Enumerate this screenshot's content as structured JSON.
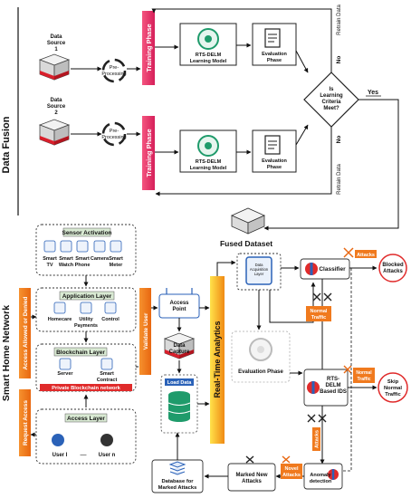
{
  "sections": {
    "data_fusion": "Data Fusion",
    "smart_home_network": "Smart Home Network"
  },
  "data_fusion": {
    "source1": [
      "Data",
      "Source",
      "1"
    ],
    "source2": [
      "Data",
      "Source",
      "2"
    ],
    "preprocessing": [
      "Pre-",
      "Processing"
    ],
    "training_phase": "Training Phase",
    "learning_model": [
      "RTS-DELM",
      "Learning Model"
    ],
    "evaluation_phase": [
      "Evaluation",
      "Phase"
    ],
    "decision": [
      "Is",
      "Learning",
      "Criteria",
      "Meet?"
    ],
    "yes": "Yes",
    "no": "No",
    "retrain": "Retrain Data",
    "fused_dataset": "Fused Dataset"
  },
  "smart_home": {
    "sensor_activation": "Sensor Activation",
    "devices": [
      {
        "name": [
          "Smart",
          "TV"
        ],
        "icon": "tv-icon"
      },
      {
        "name": [
          "Smart",
          "Watch"
        ],
        "icon": "watch-icon"
      },
      {
        "name": [
          "Smart",
          "Phone"
        ],
        "icon": "phone-icon"
      },
      {
        "name": [
          "Camera"
        ],
        "icon": "camera-icon"
      },
      {
        "name": [
          "Smart",
          "Meter"
        ],
        "icon": "meter-icon"
      }
    ],
    "application_layer": "Application Layer",
    "apps": [
      {
        "name": [
          "Homecare"
        ],
        "icon": "home-icon"
      },
      {
        "name": [
          "Utility",
          "Payments"
        ],
        "icon": "payment-icon"
      },
      {
        "name": [
          "Control"
        ],
        "icon": "control-icon"
      }
    ],
    "blockchain_layer": "Blockchain Layer",
    "blockchain_items": [
      {
        "name": [
          "Server"
        ],
        "icon": "server-icon"
      },
      {
        "name": [
          "Smart",
          "Contract"
        ],
        "icon": "contract-icon"
      }
    ],
    "private_network": "Private Blockchain network",
    "access_layer": "Access Layer",
    "users": [
      "User I",
      "User n"
    ],
    "dots": "—",
    "access_allowed": "Access Allowed or Denied",
    "request_access": "Request Access",
    "validate_user": "Validate User"
  },
  "realtime": {
    "access_point": [
      "Access",
      "Point"
    ],
    "data_capture": [
      "Data",
      "Capture"
    ],
    "load_data": "Load Data",
    "analytics": "Real-Time Analytics",
    "acquisition": [
      "Data",
      "Acquisition",
      "Layer"
    ],
    "evaluation_phase": "Evaluation Phase",
    "classifier": "Classifier",
    "attacks": "Attacks",
    "blocked_attacks": [
      "Blocked",
      "Attacks"
    ],
    "normal_traffic": [
      "Normal",
      "Traffic"
    ],
    "rts_ids": [
      "RTS-",
      "DELM",
      "Based IDS"
    ],
    "skip_normal": [
      "Skip",
      "Normal",
      "Traffic"
    ],
    "anomaly": [
      "Anomaly",
      "detection"
    ],
    "novel_attacks": [
      "Novel",
      "Attacks"
    ],
    "marked_new": [
      "Marked New",
      "Attacks"
    ],
    "database_marked": [
      "Database for",
      "Marked Attacks"
    ]
  },
  "colors": {
    "pink": "#e8336d",
    "orange": "#f07a1e",
    "red": "#e02b2b",
    "green": "#1f9b6b",
    "blue": "#2b62b8"
  }
}
